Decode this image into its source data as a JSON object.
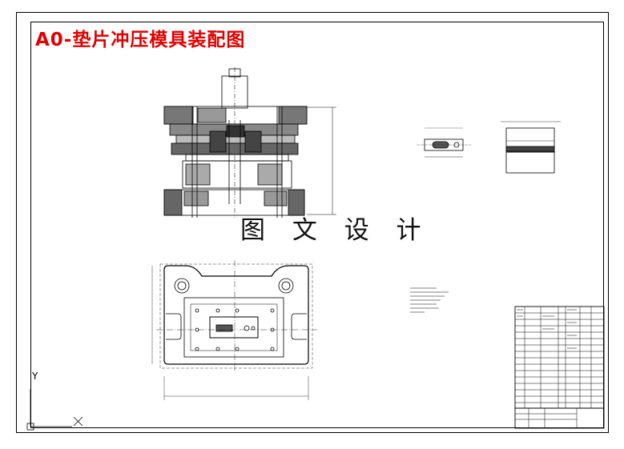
{
  "drawing": {
    "title": "A0-垫片冲压模具装配图",
    "watermark": "图 文 设 计",
    "axis_y_label": "Y",
    "axis_x_label": "X"
  }
}
